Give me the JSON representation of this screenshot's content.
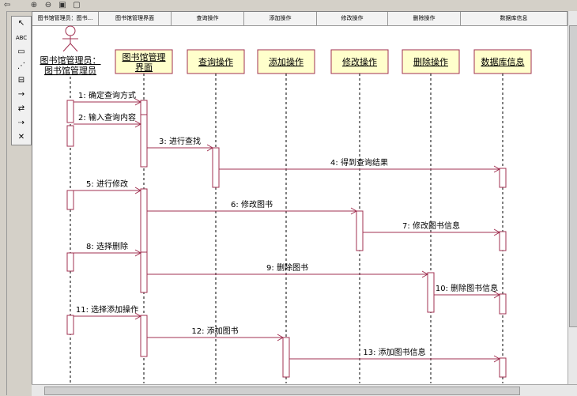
{
  "toolbar": {
    "back_icon": "back-arrow-icon"
  },
  "palette": {
    "tools": [
      {
        "name": "select-tool-icon",
        "glyph": "↖"
      },
      {
        "name": "text-tool-icon",
        "glyph": "ABC"
      },
      {
        "name": "note-tool-icon",
        "glyph": "▭"
      },
      {
        "name": "anchor-tool-icon",
        "glyph": "⋰"
      },
      {
        "name": "object-tool-icon",
        "glyph": "⊟"
      },
      {
        "name": "message-tool-icon",
        "glyph": "→"
      },
      {
        "name": "return-tool-icon",
        "glyph": "⇄"
      },
      {
        "name": "async-tool-icon",
        "glyph": "⇢"
      },
      {
        "name": "destroy-tool-icon",
        "glyph": "✕"
      }
    ]
  },
  "header": {
    "columns": [
      "图书馆管理员：图书...",
      "图书馆管理界面",
      "查询操作",
      "添加操作",
      "修改操作",
      "删除操作",
      "数据库信息"
    ]
  },
  "actor": {
    "label_line1": "图书馆管理员：",
    "label_line2": "图书馆管理员"
  },
  "objects": [
    {
      "id": "ui",
      "label_line1": "图书馆管理",
      "label_line2": "界面"
    },
    {
      "id": "query",
      "label_line1": "查询操作",
      "label_line2": ""
    },
    {
      "id": "add",
      "label_line1": "添加操作",
      "label_line2": ""
    },
    {
      "id": "modify",
      "label_line1": "修改操作",
      "label_line2": ""
    },
    {
      "id": "delete",
      "label_line1": "删除操作",
      "label_line2": ""
    },
    {
      "id": "db",
      "label_line1": "数据库信息",
      "label_line2": ""
    }
  ],
  "messages": [
    {
      "label": "1: 确定查询方式",
      "from": "actor",
      "to": "ui"
    },
    {
      "label": "2: 输入查询内容",
      "from": "actor",
      "to": "ui"
    },
    {
      "label": "3: 进行查找",
      "from": "ui",
      "to": "query"
    },
    {
      "label": "4: 得到查询结果",
      "from": "query",
      "to": "db"
    },
    {
      "label": "5: 进行修改",
      "from": "actor",
      "to": "ui"
    },
    {
      "label": "6: 修改图书",
      "from": "ui",
      "to": "modify"
    },
    {
      "label": "7: 修改图书信息",
      "from": "modify",
      "to": "db"
    },
    {
      "label": "8: 选择删除",
      "from": "actor",
      "to": "ui"
    },
    {
      "label": "9: 删除图书",
      "from": "ui",
      "to": "delete"
    },
    {
      "label": "10: 删除图书信息",
      "from": "delete",
      "to": "db"
    },
    {
      "label": "11: 选择添加操作",
      "from": "actor",
      "to": "ui"
    },
    {
      "label": "12: 添加图书",
      "from": "ui",
      "to": "add"
    },
    {
      "label": "13: 添加图书信息",
      "from": "add",
      "to": "db"
    }
  ],
  "colors": {
    "object_fill": "#ffffcc",
    "object_border": "#a03050",
    "message_line": "#a03050"
  }
}
